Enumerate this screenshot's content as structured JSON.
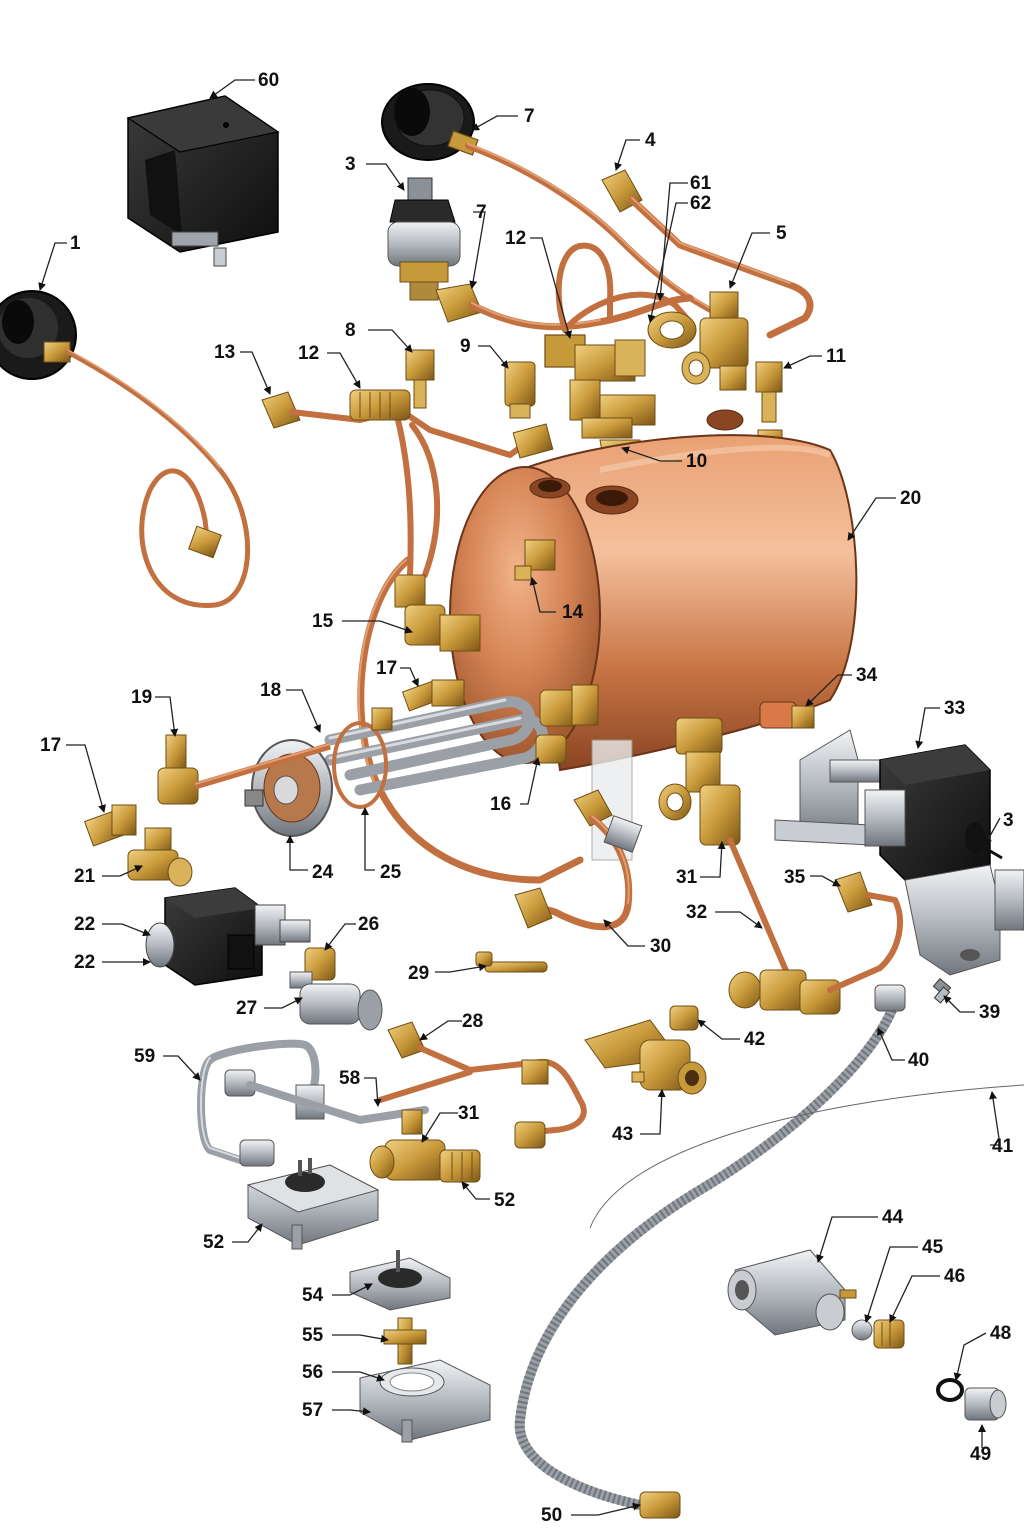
{
  "callouts": [
    {
      "id": "c60",
      "text": "60"
    },
    {
      "id": "c7a",
      "text": "7"
    },
    {
      "id": "c4",
      "text": "4"
    },
    {
      "id": "c3a",
      "text": "3"
    },
    {
      "id": "c61",
      "text": "61"
    },
    {
      "id": "c62",
      "text": "62"
    },
    {
      "id": "c7b",
      "text": "7"
    },
    {
      "id": "c12a",
      "text": "12"
    },
    {
      "id": "c5",
      "text": "5"
    },
    {
      "id": "c1",
      "text": "1"
    },
    {
      "id": "c8",
      "text": "8"
    },
    {
      "id": "c9",
      "text": "9"
    },
    {
      "id": "c13",
      "text": "13"
    },
    {
      "id": "c12b",
      "text": "12"
    },
    {
      "id": "c11",
      "text": "11"
    },
    {
      "id": "c10",
      "text": "10"
    },
    {
      "id": "c20",
      "text": "20"
    },
    {
      "id": "c14",
      "text": "14"
    },
    {
      "id": "c15",
      "text": "15"
    },
    {
      "id": "c17a",
      "text": "17"
    },
    {
      "id": "c34",
      "text": "34"
    },
    {
      "id": "c19",
      "text": "19"
    },
    {
      "id": "c18",
      "text": "18"
    },
    {
      "id": "c33",
      "text": "33"
    },
    {
      "id": "c17b",
      "text": "17"
    },
    {
      "id": "c3b",
      "text": "3"
    },
    {
      "id": "c16",
      "text": "16"
    },
    {
      "id": "c21",
      "text": "21"
    },
    {
      "id": "c24",
      "text": "24"
    },
    {
      "id": "c25",
      "text": "25"
    },
    {
      "id": "c31a",
      "text": "31"
    },
    {
      "id": "c35",
      "text": "35"
    },
    {
      "id": "c22a",
      "text": "22"
    },
    {
      "id": "c26",
      "text": "26"
    },
    {
      "id": "c32",
      "text": "32"
    },
    {
      "id": "c22b",
      "text": "22"
    },
    {
      "id": "c30",
      "text": "30"
    },
    {
      "id": "c29",
      "text": "29"
    },
    {
      "id": "c39",
      "text": "39"
    },
    {
      "id": "c27",
      "text": "27"
    },
    {
      "id": "c28",
      "text": "28"
    },
    {
      "id": "c42",
      "text": "42"
    },
    {
      "id": "c59",
      "text": "59"
    },
    {
      "id": "c40",
      "text": "40"
    },
    {
      "id": "c58",
      "text": "58"
    },
    {
      "id": "c31b",
      "text": "31"
    },
    {
      "id": "c43",
      "text": "43"
    },
    {
      "id": "c41",
      "text": "41"
    },
    {
      "id": "c52a",
      "text": "52"
    },
    {
      "id": "c52b",
      "text": "52"
    },
    {
      "id": "c44",
      "text": "44"
    },
    {
      "id": "c45",
      "text": "45"
    },
    {
      "id": "c46",
      "text": "46"
    },
    {
      "id": "c54",
      "text": "54"
    },
    {
      "id": "c48",
      "text": "48"
    },
    {
      "id": "c55",
      "text": "55"
    },
    {
      "id": "c56",
      "text": "56"
    },
    {
      "id": "c57",
      "text": "57"
    },
    {
      "id": "c49",
      "text": "49"
    },
    {
      "id": "c50",
      "text": "50"
    }
  ],
  "colors": {
    "copper": "#c2703f",
    "brass": "#c69a3b",
    "steel": "#9aa0a6",
    "black_part": "#1f1f1f",
    "label": "#111111"
  }
}
